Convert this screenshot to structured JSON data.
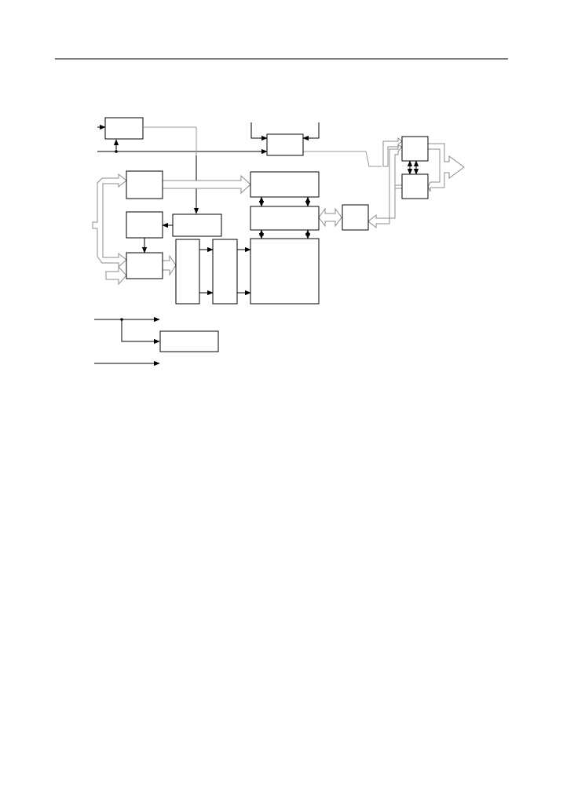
{
  "document": {
    "header_rule": "",
    "figure": {
      "blocks": [
        {
          "id": "block-input-top-left"
        },
        {
          "id": "block-top-center"
        },
        {
          "id": "block-right-upper"
        },
        {
          "id": "block-right-lower"
        },
        {
          "id": "block-left-upper"
        },
        {
          "id": "block-left-middle"
        },
        {
          "id": "block-left-lower"
        },
        {
          "id": "block-center-small"
        },
        {
          "id": "block-tall-1"
        },
        {
          "id": "block-tall-2"
        },
        {
          "id": "block-wide-upper"
        },
        {
          "id": "block-wide-middle"
        },
        {
          "id": "block-large"
        },
        {
          "id": "block-interface"
        },
        {
          "id": "block-legend"
        }
      ],
      "labels": []
    }
  }
}
